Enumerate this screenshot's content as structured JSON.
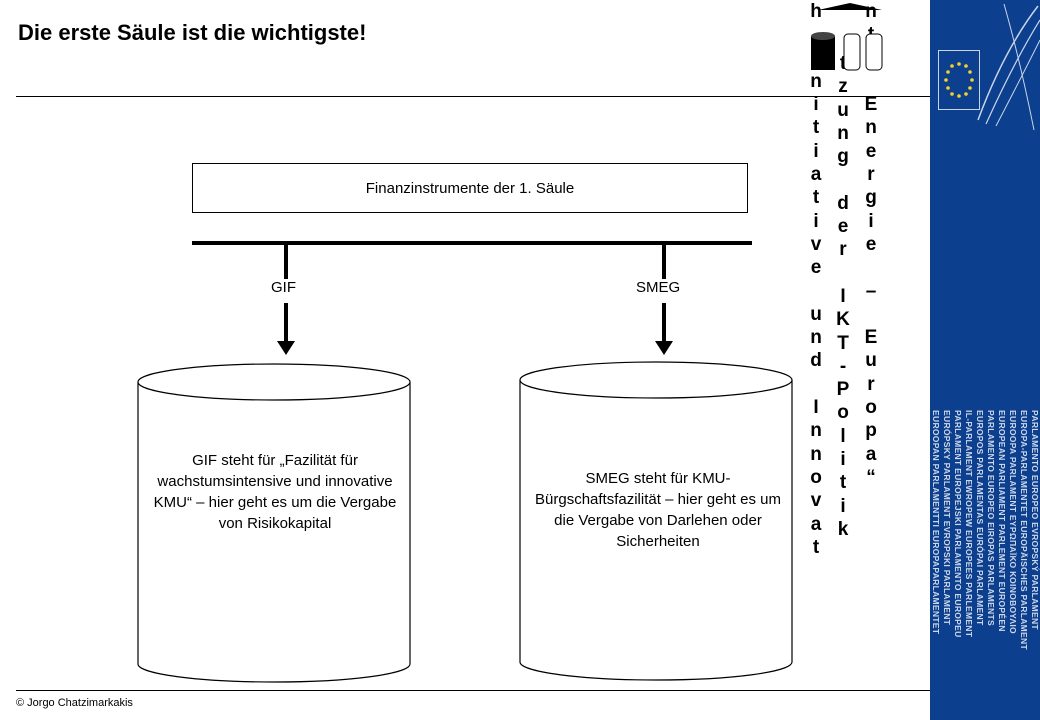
{
  "slide": {
    "title": "Die erste Säule ist die wichtigste!",
    "copyright": "© Jorgo Chatzimarkakis"
  },
  "diagram": {
    "top_box": "Finanzinstrumente der 1. Säule",
    "branches": [
      {
        "label": "GIF",
        "cylinder_text": "GIF steht für „Fazilität für wachstumsintensive und innovative KMU“ – hier geht es um die Vergabe von Risikokapital"
      },
      {
        "label": "SMEG",
        "cylinder_text": "SMEG steht für KMU-Bürgschaftsfazilität – hier geht es um die Vergabe von Darlehen oder Sicherheiten"
      }
    ]
  },
  "vertical_text": {
    "col1": "h\n\nI\nn\ni\nt\ni\na\nt\ni\nv\ne\n\nu\nn\nd\n\nI\nn\nn\no\nv\na\nt",
    "col2": "t\nz\nu\nn\ng\n\nd\ne\nr\n\nI\nK\nT\n-\nP\no\nl\ni\nt\ni\nk",
    "col3": "n\nt\ne\n\nE\nn\ne\nr\ng\ni\ne\n\n–\n\nE\nu\nr\no\np\na\n“"
  },
  "banner": {
    "lines": [
      "PARLAMENTO EUROPEO   EVROPSKÝ PARLAMENT",
      "EUROPA-PARLAMENTET   EUROPÄISCHES PARLAMENT",
      "EUROOPA PARLAMENT   ΕΥΡΩΠΑΪΚΟ ΚΟΙΝΟΒΟΥΛΙΟ",
      "EUROPEAN PARLIAMENT   PARLEMENT EUROPÉEN",
      "PARLAMENTO EUROPEO   EIROPAS PARLAMENTS",
      "EUROPOS PARLAMENTAS   EURÓPAI PARLAMENT",
      "IL-PARLAMENT EWROPEW   EUROPEES PARLEMENT",
      "PARLAMENT EUROPEJSKI   PARLAMENTO EUROPEU",
      "EURÓPSKY PARLAMENT   EVROPSKI PARLAMENT",
      "EUROOPAN PARLAMENTTI   EUROPAPARLAMENTET"
    ]
  }
}
